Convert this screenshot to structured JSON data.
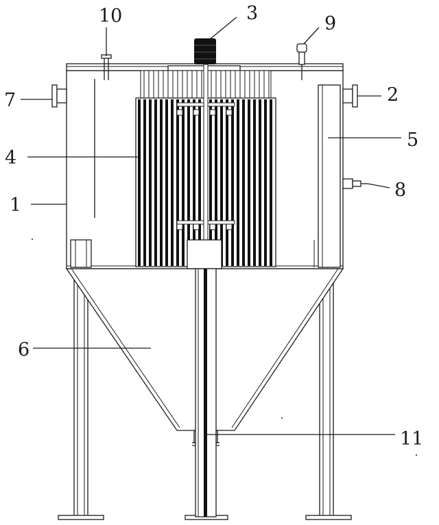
{
  "diagram": {
    "labels": {
      "n1": "1",
      "n2": "2",
      "n3": "3",
      "n4": "4",
      "n5": "5",
      "n6": "6",
      "n7": "7",
      "n8": "8",
      "n9": "9",
      "n10": "10",
      "n11": "11"
    },
    "colors": {
      "line": "#1a1a1a",
      "background": "#ffffff",
      "tube_dark": "#111111"
    }
  }
}
